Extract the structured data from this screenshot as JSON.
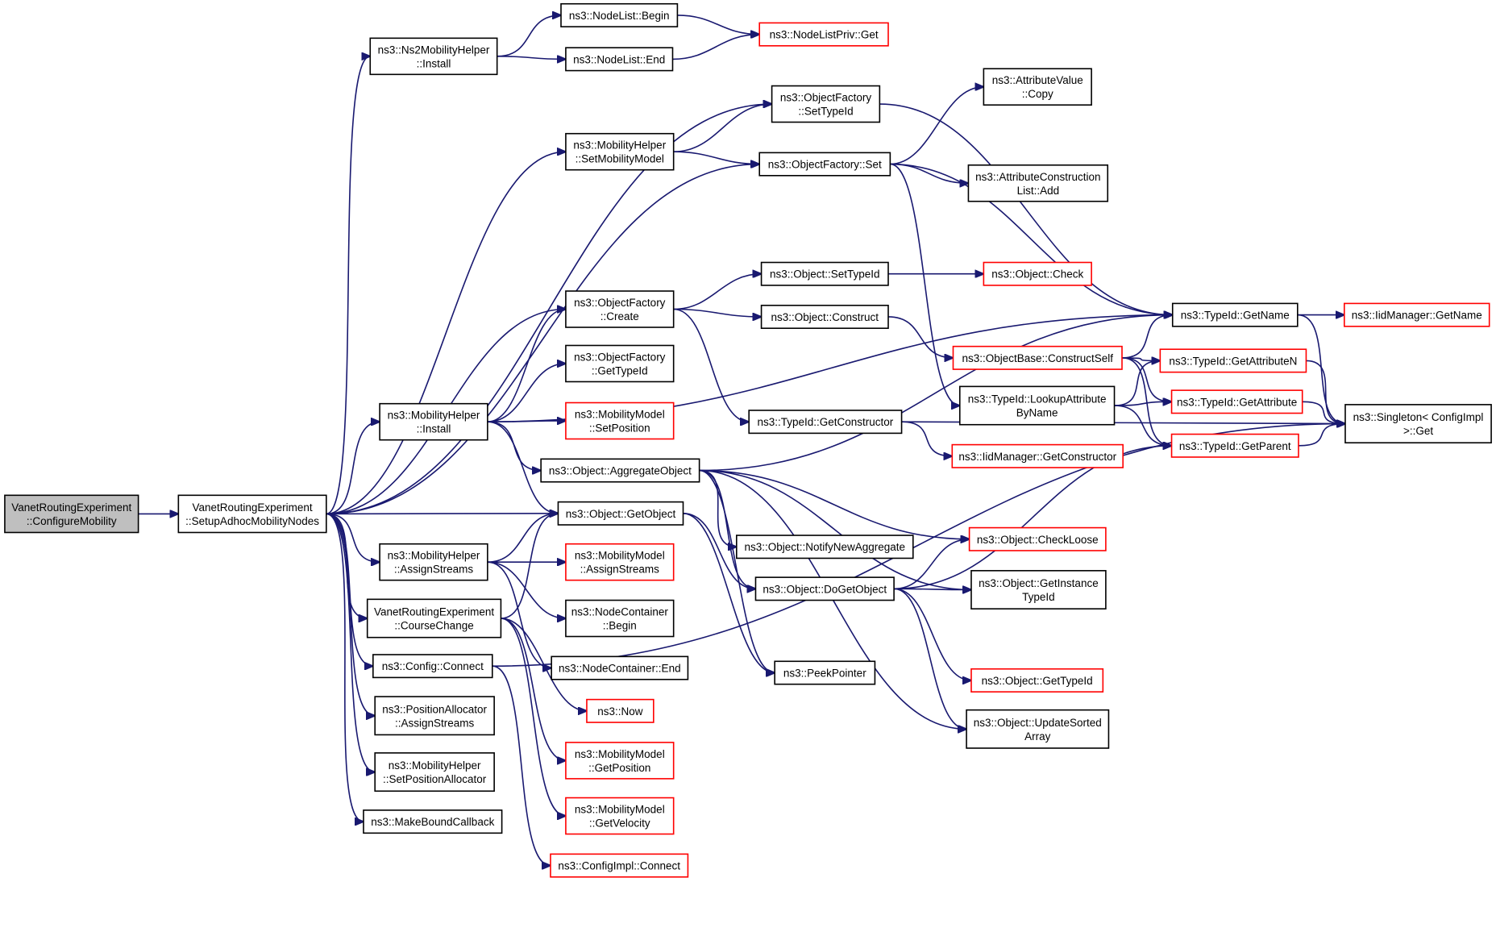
{
  "colors": {
    "edge": "#191970",
    "node_border_default": "#000000",
    "node_border_truncated": "#ff0000",
    "root_fill": "#bfbfbf",
    "node_fill": "#ffffff"
  },
  "nodes": [
    {
      "id": "configure_mobility",
      "lines": [
        "VanetRoutingExperiment",
        "::ConfigureMobility"
      ],
      "style": "root"
    },
    {
      "id": "setup_adhoc",
      "lines": [
        "VanetRoutingExperiment",
        "::SetupAdhocMobilityNodes"
      ],
      "style": "normal"
    },
    {
      "id": "ns2_install",
      "lines": [
        "ns3::Ns2MobilityHelper",
        "::Install"
      ],
      "style": "normal"
    },
    {
      "id": "nodelist_begin",
      "lines": [
        "ns3::NodeList::Begin"
      ],
      "style": "normal"
    },
    {
      "id": "nodelist_end",
      "lines": [
        "ns3::NodeList::End"
      ],
      "style": "normal"
    },
    {
      "id": "nodelistpriv_get",
      "lines": [
        "ns3::NodeListPriv::Get"
      ],
      "style": "truncated"
    },
    {
      "id": "of_settypeid",
      "lines": [
        "ns3::ObjectFactory",
        "::SetTypeId"
      ],
      "style": "normal"
    },
    {
      "id": "mh_setmobilitymodel",
      "lines": [
        "ns3::MobilityHelper",
        "::SetMobilityModel"
      ],
      "style": "normal"
    },
    {
      "id": "of_set",
      "lines": [
        "ns3::ObjectFactory::Set"
      ],
      "style": "normal"
    },
    {
      "id": "av_copy",
      "lines": [
        "ns3::AttributeValue",
        "::Copy"
      ],
      "style": "normal"
    },
    {
      "id": "acl_add",
      "lines": [
        "ns3::AttributeConstruction",
        "List::Add"
      ],
      "style": "normal"
    },
    {
      "id": "of_create",
      "lines": [
        "ns3::ObjectFactory",
        "::Create"
      ],
      "style": "normal"
    },
    {
      "id": "of_gettypeid",
      "lines": [
        "ns3::ObjectFactory",
        "::GetTypeId"
      ],
      "style": "normal"
    },
    {
      "id": "mh_install",
      "lines": [
        "ns3::MobilityHelper",
        "::Install"
      ],
      "style": "normal"
    },
    {
      "id": "mm_setposition",
      "lines": [
        "ns3::MobilityModel",
        "::SetPosition"
      ],
      "style": "truncated"
    },
    {
      "id": "obj_settypeid",
      "lines": [
        "ns3::Object::SetTypeId"
      ],
      "style": "normal"
    },
    {
      "id": "obj_check",
      "lines": [
        "ns3::Object::Check"
      ],
      "style": "truncated"
    },
    {
      "id": "obj_construct",
      "lines": [
        "ns3::Object::Construct"
      ],
      "style": "normal"
    },
    {
      "id": "typeid_getname",
      "lines": [
        "ns3::TypeId::GetName"
      ],
      "style": "normal"
    },
    {
      "id": "iid_getname",
      "lines": [
        "ns3::IidManager::GetName"
      ],
      "style": "truncated"
    },
    {
      "id": "ob_constructself",
      "lines": [
        "ns3::ObjectBase::ConstructSelf"
      ],
      "style": "truncated"
    },
    {
      "id": "typeid_getattributen",
      "lines": [
        "ns3::TypeId::GetAttributeN"
      ],
      "style": "truncated"
    },
    {
      "id": "typeid_lookupattr",
      "lines": [
        "ns3::TypeId::LookupAttribute",
        "ByName"
      ],
      "style": "normal"
    },
    {
      "id": "typeid_getattribute",
      "lines": [
        "ns3::TypeId::GetAttribute"
      ],
      "style": "truncated"
    },
    {
      "id": "singleton_get",
      "lines": [
        "ns3::Singleton< ConfigImpl",
        " >::Get"
      ],
      "style": "normal"
    },
    {
      "id": "typeid_getconstructor",
      "lines": [
        "ns3::TypeId::GetConstructor"
      ],
      "style": "normal"
    },
    {
      "id": "iid_getconstructor",
      "lines": [
        "ns3::IidManager::GetConstructor"
      ],
      "style": "truncated"
    },
    {
      "id": "typeid_getparent",
      "lines": [
        "ns3::TypeId::GetParent"
      ],
      "style": "truncated"
    },
    {
      "id": "obj_aggregate",
      "lines": [
        "ns3::Object::AggregateObject"
      ],
      "style": "normal"
    },
    {
      "id": "obj_getobject",
      "lines": [
        "ns3::Object::GetObject"
      ],
      "style": "normal"
    },
    {
      "id": "obj_notifynewaggregate",
      "lines": [
        "ns3::Object::NotifyNewAggregate"
      ],
      "style": "normal"
    },
    {
      "id": "obj_checkloose",
      "lines": [
        "ns3::Object::CheckLoose"
      ],
      "style": "truncated"
    },
    {
      "id": "obj_dogetobject",
      "lines": [
        "ns3::Object::DoGetObject"
      ],
      "style": "normal"
    },
    {
      "id": "obj_getinstancetypeid",
      "lines": [
        "ns3::Object::GetInstance",
        "TypeId"
      ],
      "style": "normal"
    },
    {
      "id": "mh_assignstreams",
      "lines": [
        "ns3::MobilityHelper",
        "::AssignStreams"
      ],
      "style": "normal"
    },
    {
      "id": "mm_assignstreams",
      "lines": [
        "ns3::MobilityModel",
        "::AssignStreams"
      ],
      "style": "truncated"
    },
    {
      "id": "nc_begin",
      "lines": [
        "ns3::NodeContainer",
        "::Begin"
      ],
      "style": "normal"
    },
    {
      "id": "vre_coursechange",
      "lines": [
        "VanetRoutingExperiment",
        "::CourseChange"
      ],
      "style": "normal"
    },
    {
      "id": "nc_end",
      "lines": [
        "ns3::NodeContainer::End"
      ],
      "style": "normal"
    },
    {
      "id": "peekpointer",
      "lines": [
        "ns3::PeekPointer"
      ],
      "style": "normal"
    },
    {
      "id": "config_connect",
      "lines": [
        "ns3::Config::Connect"
      ],
      "style": "normal"
    },
    {
      "id": "now",
      "lines": [
        "ns3::Now"
      ],
      "style": "truncated"
    },
    {
      "id": "obj_gettypeid",
      "lines": [
        "ns3::Object::GetTypeId"
      ],
      "style": "truncated"
    },
    {
      "id": "pa_assignstreams",
      "lines": [
        "ns3::PositionAllocator",
        "::AssignStreams"
      ],
      "style": "normal"
    },
    {
      "id": "obj_updatesorted",
      "lines": [
        "ns3::Object::UpdateSorted",
        "Array"
      ],
      "style": "normal"
    },
    {
      "id": "mm_getposition",
      "lines": [
        "ns3::MobilityModel",
        "::GetPosition"
      ],
      "style": "truncated"
    },
    {
      "id": "mh_setpositionallocator",
      "lines": [
        "ns3::MobilityHelper",
        "::SetPositionAllocator"
      ],
      "style": "normal"
    },
    {
      "id": "mm_getvelocity",
      "lines": [
        "ns3::MobilityModel",
        "::GetVelocity"
      ],
      "style": "truncated"
    },
    {
      "id": "makeboundcallback",
      "lines": [
        "ns3::MakeBoundCallback"
      ],
      "style": "normal"
    },
    {
      "id": "configimpl_connect",
      "lines": [
        "ns3::ConfigImpl::Connect"
      ],
      "style": "truncated"
    }
  ],
  "edges": [
    [
      "configure_mobility",
      "setup_adhoc"
    ],
    [
      "setup_adhoc",
      "ns2_install"
    ],
    [
      "setup_adhoc",
      "of_settypeid"
    ],
    [
      "setup_adhoc",
      "mh_setmobilitymodel"
    ],
    [
      "setup_adhoc",
      "of_set"
    ],
    [
      "setup_adhoc",
      "of_create"
    ],
    [
      "setup_adhoc",
      "mh_install"
    ],
    [
      "setup_adhoc",
      "obj_getobject"
    ],
    [
      "setup_adhoc",
      "mh_assignstreams"
    ],
    [
      "setup_adhoc",
      "vre_coursechange"
    ],
    [
      "setup_adhoc",
      "config_connect"
    ],
    [
      "setup_adhoc",
      "pa_assignstreams"
    ],
    [
      "setup_adhoc",
      "mh_setpositionallocator"
    ],
    [
      "setup_adhoc",
      "makeboundcallback"
    ],
    [
      "ns2_install",
      "nodelist_begin"
    ],
    [
      "ns2_install",
      "nodelist_end"
    ],
    [
      "nodelist_begin",
      "nodelistpriv_get"
    ],
    [
      "nodelist_end",
      "nodelistpriv_get"
    ],
    [
      "of_settypeid",
      "typeid_getname"
    ],
    [
      "mh_setmobilitymodel",
      "of_settypeid"
    ],
    [
      "mh_setmobilitymodel",
      "of_set"
    ],
    [
      "of_set",
      "av_copy"
    ],
    [
      "of_set",
      "acl_add"
    ],
    [
      "of_set",
      "typeid_getname"
    ],
    [
      "of_set",
      "typeid_lookupattr"
    ],
    [
      "of_create",
      "obj_settypeid"
    ],
    [
      "of_create",
      "obj_construct"
    ],
    [
      "of_create",
      "typeid_getconstructor"
    ],
    [
      "obj_settypeid",
      "obj_check"
    ],
    [
      "obj_construct",
      "ob_constructself"
    ],
    [
      "mh_install",
      "of_create"
    ],
    [
      "mh_install",
      "of_gettypeid"
    ],
    [
      "mh_install",
      "mm_setposition"
    ],
    [
      "mh_install",
      "obj_aggregate"
    ],
    [
      "mh_install",
      "obj_getobject"
    ],
    [
      "mh_install",
      "typeid_getname"
    ],
    [
      "typeid_getname",
      "iid_getname"
    ],
    [
      "typeid_getname",
      "singleton_get"
    ],
    [
      "ob_constructself",
      "typeid_getname"
    ],
    [
      "ob_constructself",
      "typeid_getattributen"
    ],
    [
      "ob_constructself",
      "typeid_getattribute"
    ],
    [
      "ob_constructself",
      "typeid_getparent"
    ],
    [
      "typeid_lookupattr",
      "typeid_getattributen"
    ],
    [
      "typeid_lookupattr",
      "typeid_getattribute"
    ],
    [
      "typeid_lookupattr",
      "typeid_getparent"
    ],
    [
      "typeid_getattributen",
      "singleton_get"
    ],
    [
      "typeid_getattribute",
      "singleton_get"
    ],
    [
      "typeid_getparent",
      "singleton_get"
    ],
    [
      "typeid_getconstructor",
      "iid_getconstructor"
    ],
    [
      "typeid_getconstructor",
      "singleton_get"
    ],
    [
      "obj_aggregate",
      "typeid_getname"
    ],
    [
      "obj_aggregate",
      "obj_notifynewaggregate"
    ],
    [
      "obj_aggregate",
      "obj_checkloose"
    ],
    [
      "obj_aggregate",
      "obj_dogetobject"
    ],
    [
      "obj_aggregate",
      "obj_getinstancetypeid"
    ],
    [
      "obj_aggregate",
      "peekpointer"
    ],
    [
      "obj_aggregate",
      "obj_updatesorted"
    ],
    [
      "obj_getobject",
      "obj_dogetobject"
    ],
    [
      "obj_getobject",
      "peekpointer"
    ],
    [
      "obj_dogetobject",
      "obj_checkloose"
    ],
    [
      "obj_dogetobject",
      "obj_getinstancetypeid"
    ],
    [
      "obj_dogetobject",
      "typeid_getparent"
    ],
    [
      "obj_dogetobject",
      "obj_gettypeid"
    ],
    [
      "obj_dogetobject",
      "obj_updatesorted"
    ],
    [
      "mh_assignstreams",
      "obj_getobject"
    ],
    [
      "mh_assignstreams",
      "mm_assignstreams"
    ],
    [
      "mh_assignstreams",
      "nc_begin"
    ],
    [
      "mh_assignstreams",
      "nc_end"
    ],
    [
      "vre_coursechange",
      "obj_getobject"
    ],
    [
      "vre_coursechange",
      "now"
    ],
    [
      "vre_coursechange",
      "mm_getposition"
    ],
    [
      "vre_coursechange",
      "mm_getvelocity"
    ],
    [
      "config_connect",
      "configimpl_connect"
    ],
    [
      "config_connect",
      "singleton_get"
    ]
  ]
}
